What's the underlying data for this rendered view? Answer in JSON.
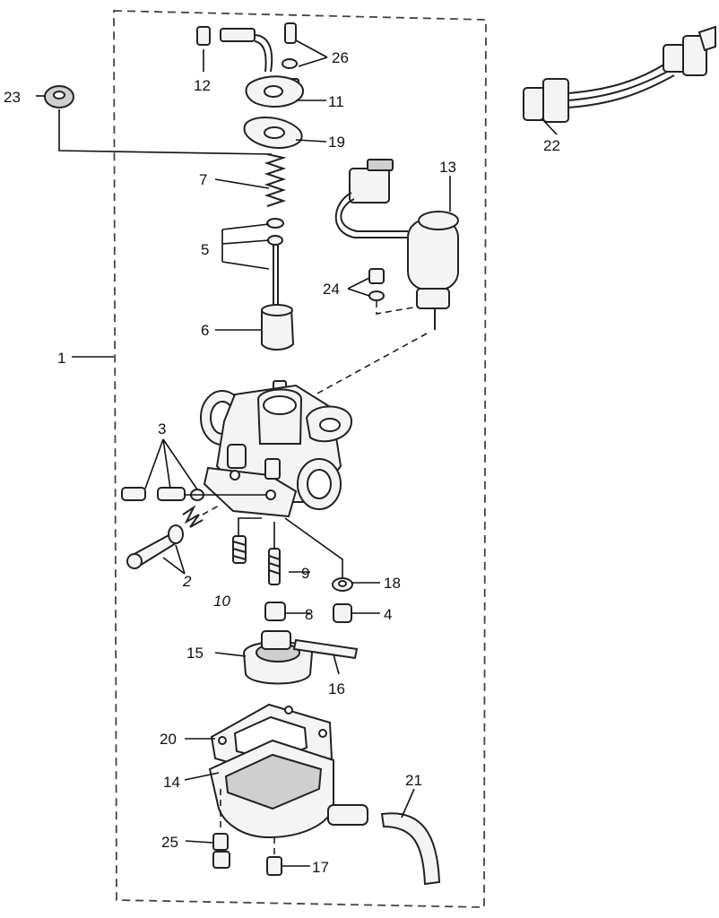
{
  "callouts": {
    "c1": "1",
    "c2": "2",
    "c3": "3",
    "c4": "4",
    "c5": "5",
    "c6": "6",
    "c7": "7",
    "c8": "8",
    "c9": "9",
    "c10": "10",
    "c11": "11",
    "c12": "12",
    "c13": "13",
    "c14": "14",
    "c15": "15",
    "c16": "16",
    "c17": "17",
    "c18": "18",
    "c19": "19",
    "c20": "20",
    "c21": "21",
    "c22": "22",
    "c23": "23",
    "c24": "24",
    "c25": "25",
    "c26": "26"
  }
}
